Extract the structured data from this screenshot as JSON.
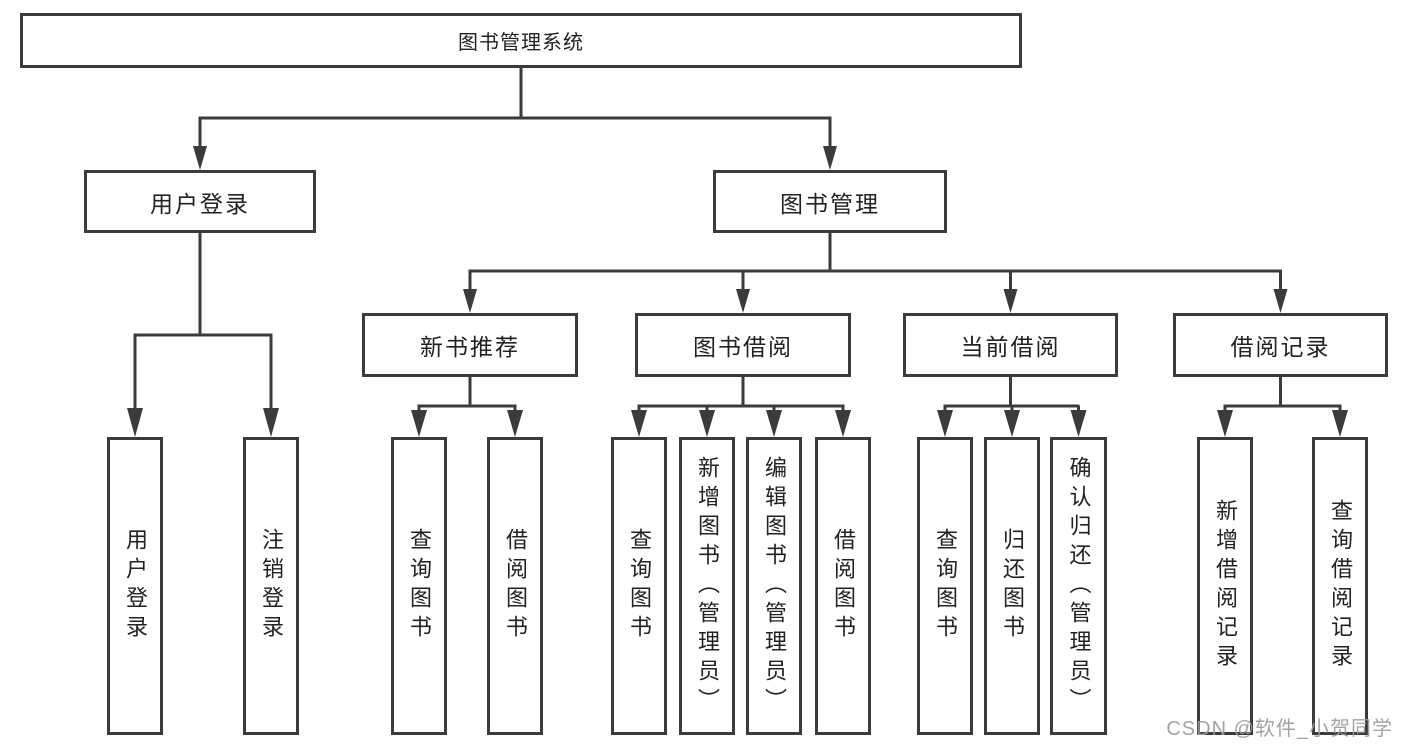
{
  "diagram": {
    "title": "图书管理系统",
    "login": {
      "label": "用户登录",
      "children": [
        "用户登录",
        "注销登录"
      ]
    },
    "management": {
      "label": "图书管理",
      "groups": [
        {
          "label": "新书推荐",
          "children": [
            "查询图书",
            "借阅图书"
          ]
        },
        {
          "label": "图书借阅",
          "children": [
            "查询图书",
            "新增图书（管理员）",
            "编辑图书（管理员）",
            "借阅图书"
          ]
        },
        {
          "label": "当前借阅",
          "children": [
            "查询图书",
            "归还图书",
            "确认归还（管理员）"
          ]
        },
        {
          "label": "借阅记录",
          "children": [
            "新增借阅记录",
            "查询借阅记录"
          ]
        }
      ]
    },
    "watermark": "CSDN @软件_小贺同学"
  },
  "colors": {
    "line": "#3b3b3b",
    "text": "#222222",
    "watermark": "#9c9c9c",
    "background": "#ffffff"
  }
}
